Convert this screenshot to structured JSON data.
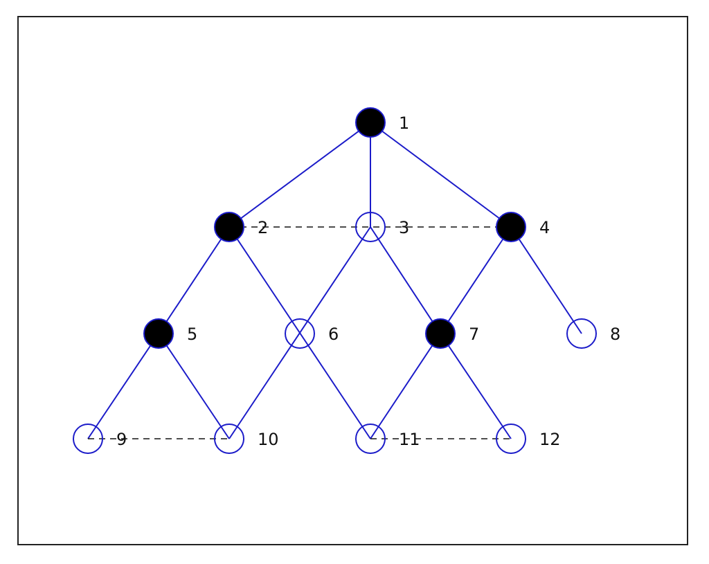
{
  "colors": {
    "edge": "#1b1bc9",
    "node_stroke": "#1b1bc9",
    "node_filled": "#000000",
    "node_open": "#ffffff",
    "frame": "#222222",
    "label": "#111111"
  },
  "nodes": [
    {
      "id": "1",
      "label": "1",
      "filled": true
    },
    {
      "id": "2",
      "label": "2",
      "filled": true
    },
    {
      "id": "3",
      "label": "3",
      "filled": false
    },
    {
      "id": "4",
      "label": "4",
      "filled": true
    },
    {
      "id": "5",
      "label": "5",
      "filled": true
    },
    {
      "id": "6",
      "label": "6",
      "filled": false
    },
    {
      "id": "7",
      "label": "7",
      "filled": true
    },
    {
      "id": "8",
      "label": "8",
      "filled": false
    },
    {
      "id": "9",
      "label": "9",
      "filled": false
    },
    {
      "id": "10",
      "label": "10",
      "filled": false
    },
    {
      "id": "11",
      "label": "11",
      "filled": false
    },
    {
      "id": "12",
      "label": "12",
      "filled": false
    }
  ],
  "edges": [
    {
      "from": "1",
      "to": "2",
      "style": "solid"
    },
    {
      "from": "1",
      "to": "3",
      "style": "solid"
    },
    {
      "from": "1",
      "to": "4",
      "style": "solid"
    },
    {
      "from": "2",
      "to": "5",
      "style": "solid"
    },
    {
      "from": "2",
      "to": "11",
      "style": "solid"
    },
    {
      "from": "3",
      "to": "10",
      "style": "solid"
    },
    {
      "from": "3",
      "to": "7",
      "style": "solid"
    },
    {
      "from": "4",
      "to": "11",
      "style": "solid"
    },
    {
      "from": "4",
      "to": "8",
      "style": "solid"
    },
    {
      "from": "5",
      "to": "9",
      "style": "solid"
    },
    {
      "from": "5",
      "to": "10",
      "style": "solid"
    },
    {
      "from": "7",
      "to": "12",
      "style": "solid"
    },
    {
      "from": "2",
      "to": "4",
      "style": "dashed"
    },
    {
      "from": "9",
      "to": "10",
      "style": "dashed"
    },
    {
      "from": "11",
      "to": "12",
      "style": "dashed"
    }
  ]
}
